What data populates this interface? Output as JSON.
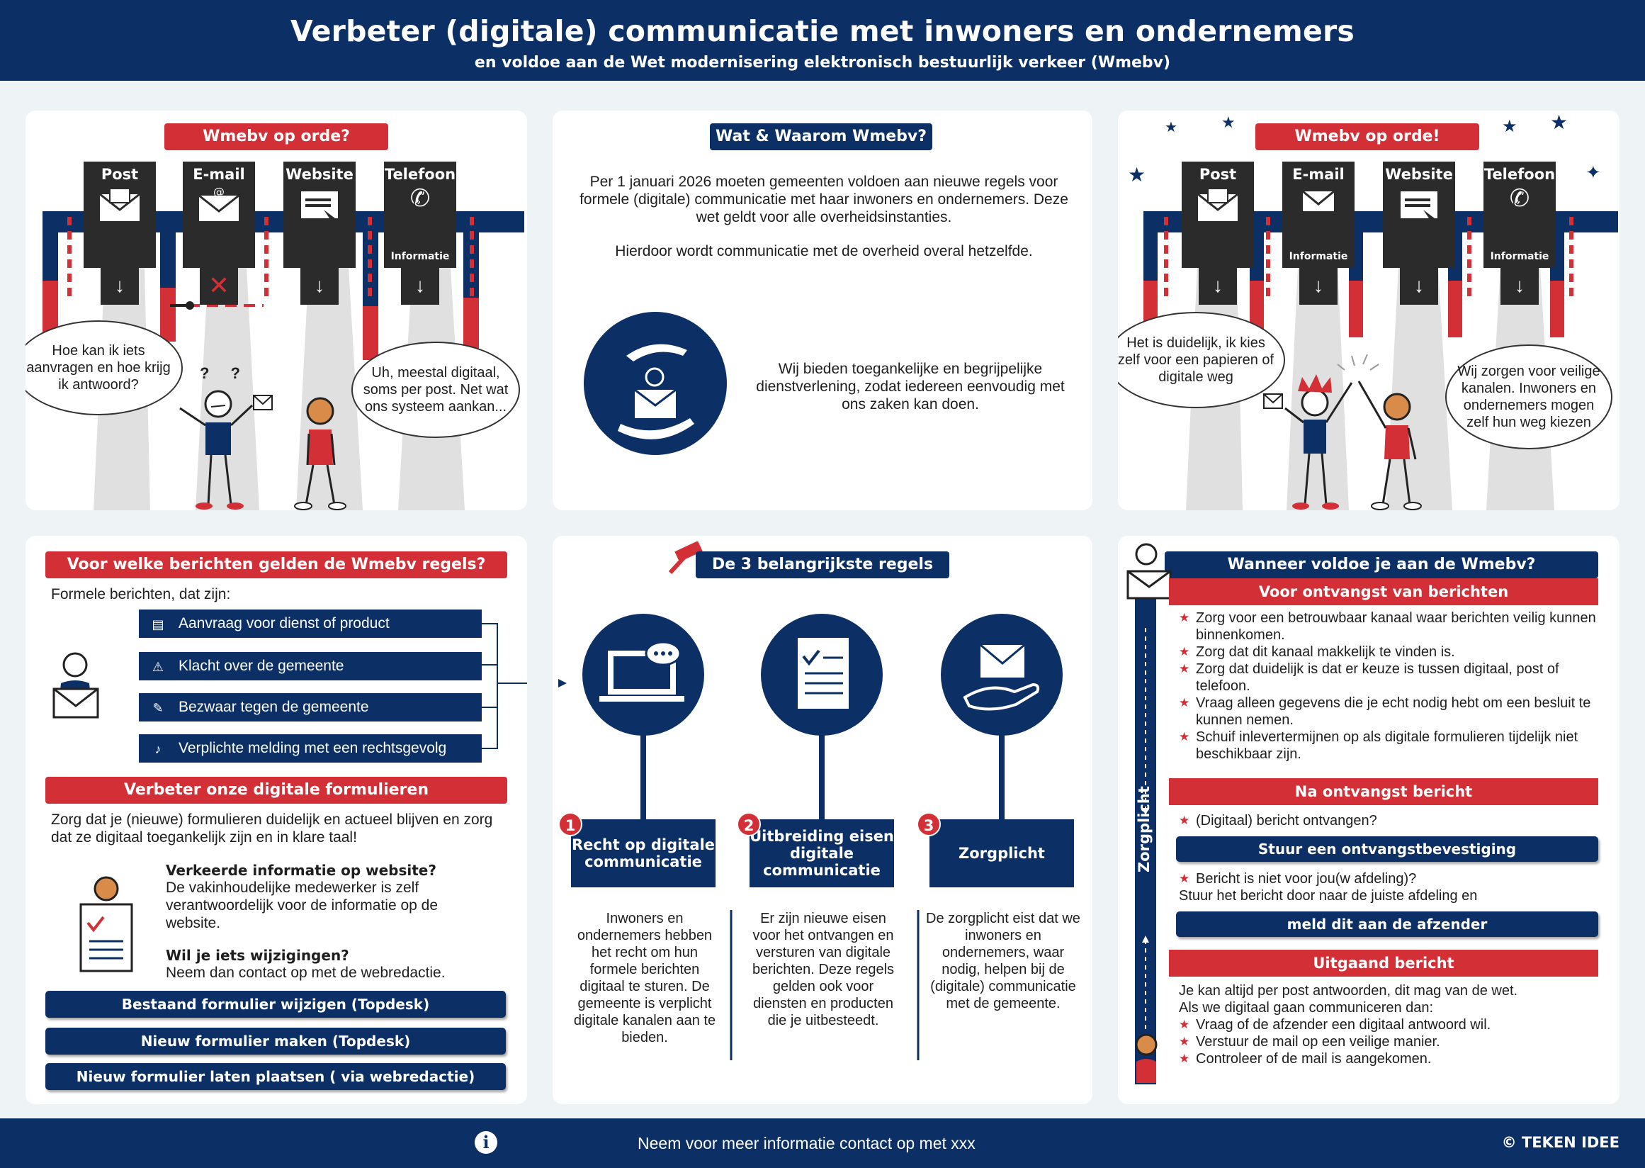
{
  "header": {
    "title": "Verbeter (digitale) communicatie met inwoners en ondernemers",
    "subtitle": "en voldoe aan de Wet modernisering elektronisch bestuurlijk verkeer (Wmebv)"
  },
  "panel1": {
    "pill": "Wmebv op orde?",
    "channels": [
      "Post",
      "E-mail",
      "Website",
      "Telefoon"
    ],
    "info_label": "Informatie",
    "bubble_left": "Hoe kan ik iets aanvragen en hoe krijg ik antwoord?",
    "bubble_right": "Uh, meestal digitaal, soms per post. Net wat ons systeem aankan...",
    "question_marks": "? ?"
  },
  "panel2": {
    "pill": "Wat & Waarom Wmebv?",
    "para1": "Per 1 januari 2026 moeten gemeenten voldoen aan nieuwe regels voor formele (digitale) communicatie met haar inwoners en ondernemers. Deze wet geldt voor alle overheidsinstanties.",
    "para2": "Hierdoor wordt communicatie met de overheid overal hetzelfde.",
    "para3": "Wij bieden toegankelijke en begrijpelijke dienstverlening, zodat iedereen eenvoudig met ons zaken kan doen."
  },
  "panel3": {
    "pill": "Wmebv op orde!",
    "channels": [
      "Post",
      "E-mail",
      "Website",
      "Telefoon"
    ],
    "info_label": "Informatie",
    "bubble_left": "Het is duidelijk, ik kies zelf voor een papieren of digitale weg",
    "bubble_right": "Wij zorgen voor veilige kanalen. Inwoners en ondernemers mogen zelf hun weg kiezen"
  },
  "panel4": {
    "pill": "Voor welke berichten gelden de Wmebv regels?",
    "intro": "Formele berichten, dat zijn:",
    "items": [
      {
        "label": "Aanvraag voor dienst of product",
        "icon": "document-icon"
      },
      {
        "label": "Klacht over de gemeente",
        "icon": "warning-icon"
      },
      {
        "label": "Bezwaar tegen de gemeente",
        "icon": "edit-icon"
      },
      {
        "label": "Verplichte melding met een rechtsgevolg",
        "icon": "bell-icon"
      }
    ],
    "pill2": "Verbeter onze digitale formulieren",
    "para": "Zorg dat je (nieuwe) formulieren duidelijk en actueel blijven en zorg dat ze digitaal toegankelijk zijn en in klare taal!",
    "q1": "Verkeerde informatie op website?",
    "a1": "De vakinhoudelijke medewerker is zelf verantwoordelijk voor de informatie op de website.",
    "q2": "Wil je iets wijzigingen?",
    "a2": "Neem dan contact op met de webredactie.",
    "buttons": [
      "Bestaand formulier wijzigen (Topdesk)",
      "Nieuw formulier maken (Topdesk)",
      "Nieuw formulier laten plaatsen ( via webredactie)"
    ]
  },
  "panel5": {
    "pill": "De 3 belangrijkste regels",
    "rules": [
      {
        "num": "1",
        "title": "Recht op digitale communicatie",
        "desc": "Inwoners en ondernemers hebben het recht om hun formele berichten digitaal te sturen. De gemeente is verplicht digitale kanalen aan te bieden."
      },
      {
        "num": "2",
        "title": "Uitbreiding eisen digitale communicatie",
        "desc": "Er zijn nieuwe eisen voor het ontvangen en versturen van digitale berichten. Deze regels gelden ook voor diensten en producten die je uitbesteedt."
      },
      {
        "num": "3",
        "title": "Zorgplicht",
        "desc": "De zorgplicht eist dat we inwoners en ondernemers, waar nodig, helpen bij de (digitale) communicatie met de gemeente."
      }
    ]
  },
  "panel6": {
    "title": "Wanneer voldoe je aan de Wmebv?",
    "side_label": "Zorgplicht",
    "sec1": "Voor ontvangst van berichten",
    "sec1_items": [
      "Zorg voor een betrouwbaar kanaal waar berichten veilig kunnen binnenkomen.",
      "Zorg dat dit kanaal makkelijk te vinden is.",
      "Zorg dat duidelijk is dat er keuze is tussen digitaal, post of telefoon.",
      "Vraag alleen gegevens die je echt nodig hebt om een besluit te kunnen nemen.",
      "Schuif inlevertermijnen op als digitale formulieren tijdelijk niet beschikbaar zijn."
    ],
    "sec2": "Na ontvangst bericht",
    "sec2_item1": "(Digitaal) bericht ontvangen?",
    "btn1": "Stuur een ontvangstbevestiging",
    "sec2_item2": "Bericht is niet voor jou(w afdeling)?",
    "sec2_line2": "Stuur het bericht door naar de juiste afdeling en",
    "btn2": "meld dit aan de afzender",
    "sec3": "Uitgaand bericht",
    "sec3_para1": "Je kan altijd per post antwoorden, dit mag van de wet.",
    "sec3_para2": "Als we digitaal gaan communiceren dan:",
    "sec3_items": [
      "Vraag of de afzender een digitaal antwoord wil.",
      "Verstuur de mail op een veilige manier.",
      "Controleer of de mail is aangekomen."
    ]
  },
  "footer": {
    "contact": "Neem voor meer informatie contact op met xxx",
    "copyright": "© TEKEN IDEE"
  },
  "colors": {
    "navy": "#0c2f66",
    "red": "#d32f36",
    "background": "#eef3f6"
  }
}
